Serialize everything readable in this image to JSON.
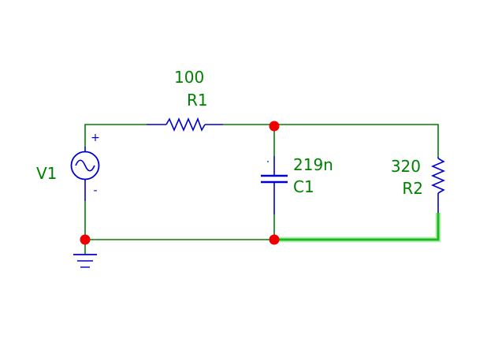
{
  "schematic": {
    "components": {
      "V1": {
        "designator": "V1",
        "plus_sign": "+",
        "minus_sign": "-"
      },
      "R1": {
        "designator": "R1",
        "value": "100"
      },
      "C1": {
        "designator": "C1",
        "value": "219n"
      },
      "R2": {
        "designator": "R2",
        "value": "320"
      }
    }
  },
  "colors": {
    "wire": "#008000",
    "component": "#0000cc",
    "label": "#008000",
    "junction": "#ee0000",
    "highlight": "#33cc33",
    "background": "#ffffff"
  }
}
